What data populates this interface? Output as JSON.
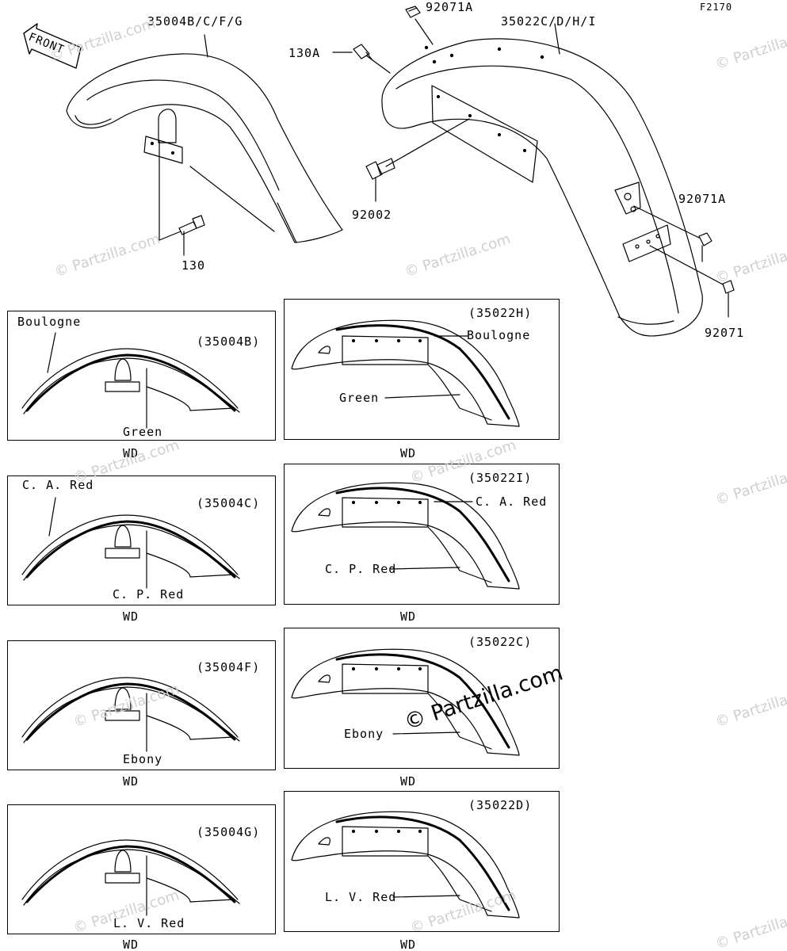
{
  "figure_code": "F2170",
  "watermark": {
    "small": "© Partzilla.com",
    "big": "© Partzilla.com"
  },
  "front_arrow": {
    "text": "FRONT"
  },
  "callouts": {
    "front_fender": "35004B/C/F/G",
    "rear_fender": "35022C/D/H/I",
    "nut_top": "92071A",
    "bolt_130a": "130A",
    "bolt_92002": "92002",
    "bolt_130": "130",
    "nut_right_1": "92071A",
    "nut_right_2": "92071"
  },
  "variants": [
    {
      "code": "(35004B)",
      "stripe": "Boulogne",
      "body": "Green",
      "note": "WD"
    },
    {
      "code": "(35022H)",
      "stripe": "Boulogne",
      "body": "Green",
      "note": "WD"
    },
    {
      "code": "(35004C)",
      "stripe": "C. A. Red",
      "body": "C. P. Red",
      "note": "WD"
    },
    {
      "code": "(35022I)",
      "stripe": "C. A. Red",
      "body": "C. P. Red",
      "note": "WD"
    },
    {
      "code": "(35004F)",
      "body": "Ebony",
      "note": "WD"
    },
    {
      "code": "(35022C)",
      "body": "Ebony",
      "note": "WD"
    },
    {
      "code": "(35004G)",
      "body": "L. V. Red",
      "note": "WD"
    },
    {
      "code": "(35022D)",
      "body": "L. V. Red",
      "note": "WD"
    }
  ],
  "colors": {
    "line": "#000000",
    "background": "#ffffff",
    "watermark": "#cfcfcf"
  }
}
